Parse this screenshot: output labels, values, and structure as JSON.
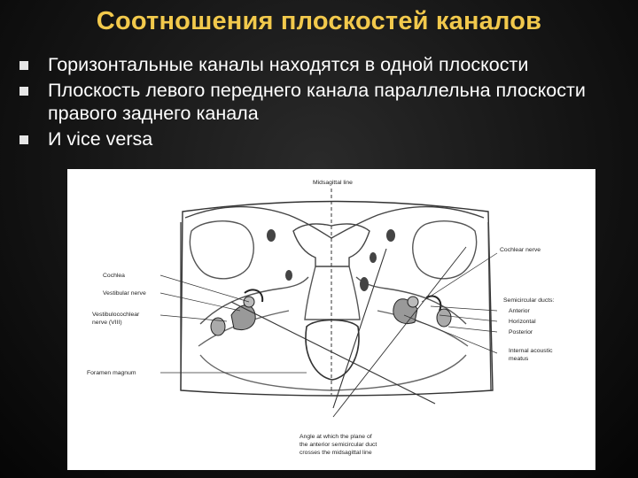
{
  "slide": {
    "title": "Соотношения плоскостей каналов",
    "bullets": [
      {
        "text": "Горизонтальные каналы находятся в одной плоскости"
      },
      {
        "text": "Плоскость левого переднего канала параллельна плоскости правого заднего канала"
      },
      {
        "text": "И vice versa"
      }
    ]
  },
  "figure": {
    "labels": {
      "midsagittal_line": "Midsagittal line",
      "cochlea": "Cochlea",
      "vestibular_nerve": "Vestibular nerve",
      "vestibulocochlear_1": "Vestibulocochlear",
      "vestibulocochlear_2": "nerve (VIII)",
      "foramen_magnum": "Foramen magnum",
      "cochlear_nerve": "Cochlear nerve",
      "semicircular_ducts": "Semicircular ducts:",
      "anterior": "Anterior",
      "horizontal": "Horizontal",
      "posterior": "Posterior",
      "internal_acoustic_1": "Internal acoustic",
      "internal_acoustic_2": "meatus",
      "angle_1": "Angle at which the plane of",
      "angle_2": "the anterior semicircular duct",
      "angle_3": "crosses the midsagittal line"
    }
  },
  "colors": {
    "title": "#f2c94c",
    "text": "#ffffff",
    "bullet": "#e6e6e6"
  }
}
